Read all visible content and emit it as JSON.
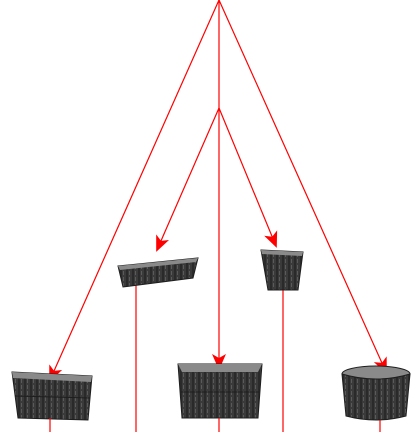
{
  "diagram": {
    "line_color": "#ff0000",
    "basket_body_color": "#3a3a3a",
    "basket_highlight_color": "#8a8a8a",
    "basket_dark_color": "#1e1e1e",
    "nodes": [
      {
        "id": "left-bottom-basket",
        "icon": "wide-woven-basket"
      },
      {
        "id": "mid-trough-basket",
        "icon": "long-trough-basket"
      },
      {
        "id": "mid-small-basket",
        "icon": "small-tapered-basket"
      },
      {
        "id": "center-bottom-basket",
        "icon": "square-woven-basket"
      },
      {
        "id": "right-bottom-basket",
        "icon": "round-woven-basket"
      }
    ]
  }
}
